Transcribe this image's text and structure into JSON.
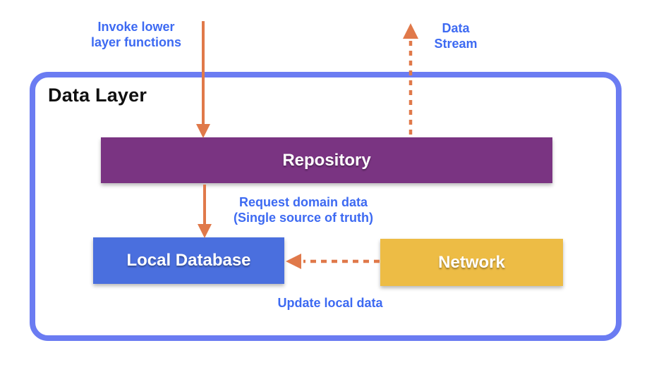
{
  "diagram": {
    "frame_title": "Data Layer",
    "nodes": [
      {
        "id": "repository",
        "label": "Repository",
        "color": "#7A3482"
      },
      {
        "id": "local-database",
        "label": "Local Database",
        "color": "#4A6FDE"
      },
      {
        "id": "network",
        "label": "Network",
        "color": "#EDBC45"
      }
    ],
    "labels": {
      "invoke": "Invoke lower\nlayer functions",
      "data_stream": "Data\nStream",
      "request": "Request domain data\n(Single source of truth)",
      "update": "Update local data"
    },
    "arrows": [
      {
        "id": "invoke-arrow",
        "style": "solid",
        "direction": "down",
        "from": "outside-top",
        "to": "repository"
      },
      {
        "id": "data-stream-arrow",
        "style": "dashed",
        "direction": "up",
        "from": "repository",
        "to": "outside-top"
      },
      {
        "id": "request-arrow",
        "style": "solid",
        "direction": "down",
        "from": "repository",
        "to": "local-database"
      },
      {
        "id": "update-arrow",
        "style": "dashed",
        "direction": "left",
        "from": "network",
        "to": "local-database"
      }
    ],
    "colors": {
      "frame_border": "#6B7CF2",
      "label_text": "#3D6AF2",
      "arrow": "#E0794A",
      "frame_title_text": "#101010",
      "node_text": "#FFFFFF",
      "background": "#FFFFFF"
    }
  }
}
